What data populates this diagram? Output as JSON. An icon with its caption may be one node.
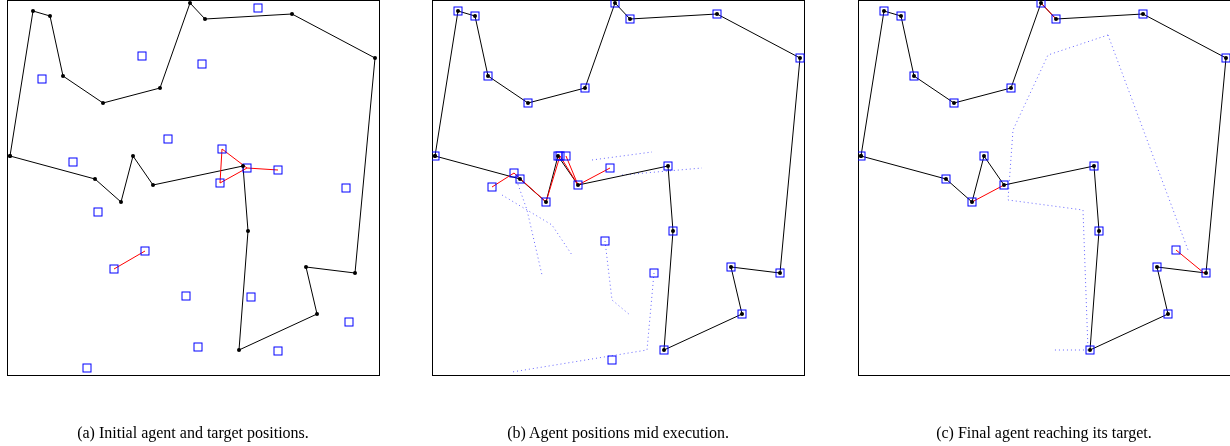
{
  "diagram": {
    "labels": [
      "(a) Initial agent and target positions.",
      "(b) Agent positions mid execution.",
      "(c) Final agent reaching its target."
    ]
  }
}
